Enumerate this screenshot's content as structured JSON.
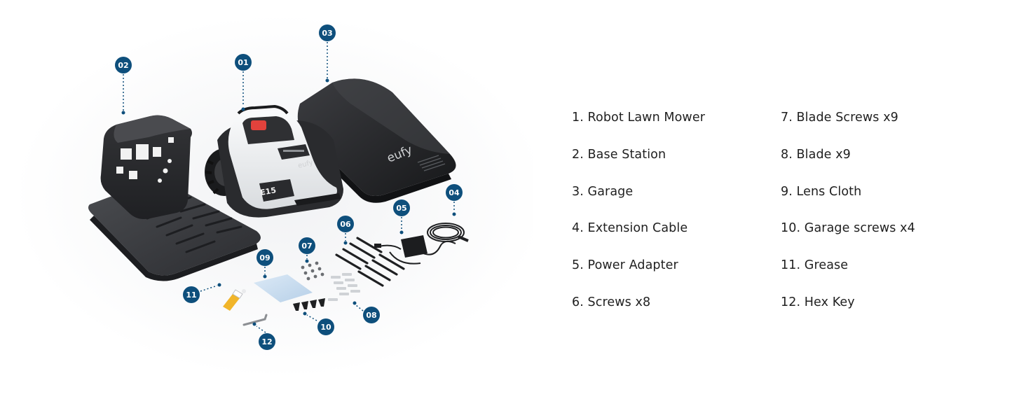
{
  "brand": {
    "logo_text": "eufy",
    "model_badge": "E15"
  },
  "colors": {
    "callout": "#0e4f7c",
    "text": "#1f1f1f",
    "background": "#ffffff",
    "body_dark": "#2a2b2e",
    "mower_white": "#f0f1f2",
    "accent_red": "#e2423c"
  },
  "callouts": [
    "02",
    "01",
    "03",
    "04",
    "05",
    "06",
    "07",
    "09",
    "11",
    "10",
    "08",
    "12"
  ],
  "legend": {
    "left": [
      "1. Robot Lawn Mower",
      "2. Base Station",
      "3. Garage",
      "4. Extension Cable",
      "5. Power Adapter",
      "6. Screws x8"
    ],
    "right": [
      "7. Blade Screws x9",
      "8. Blade x9",
      "9. Lens Cloth",
      "10. Garage screws x4",
      "11. Grease",
      "12. Hex Key"
    ]
  }
}
